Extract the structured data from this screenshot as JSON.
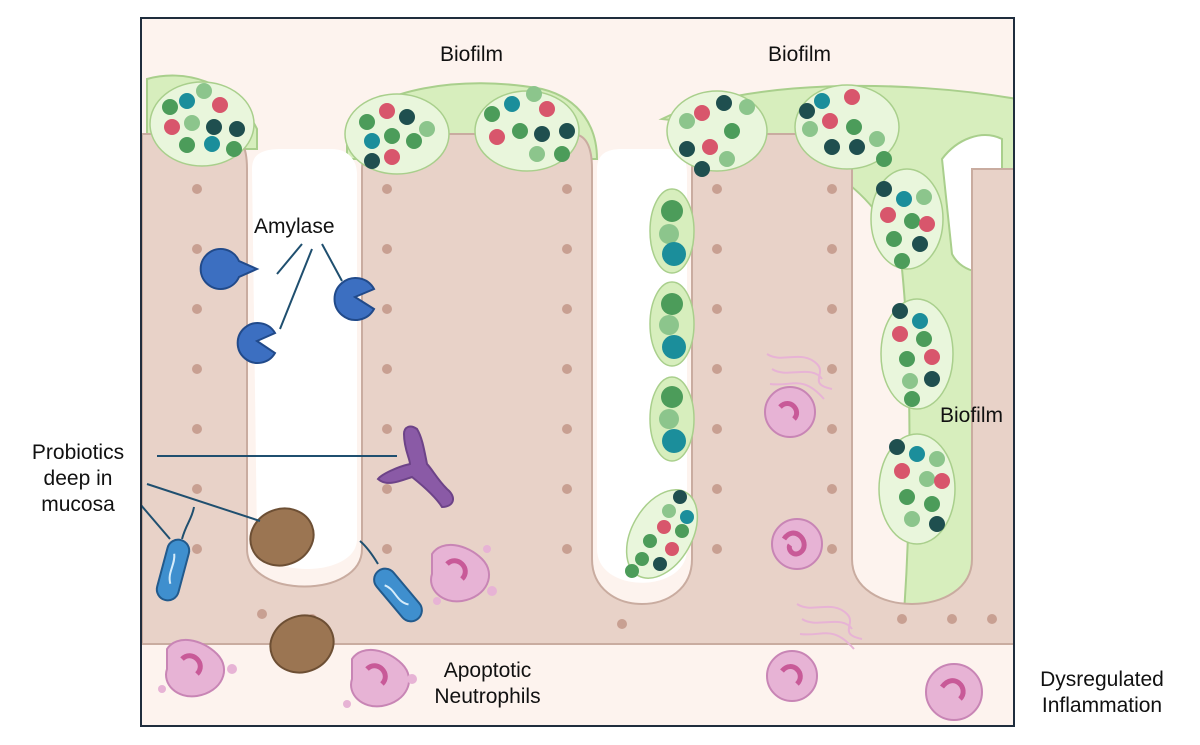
{
  "labels": {
    "biofilm_1": "Biofilm",
    "biofilm_2": "Biofilm",
    "biofilm_3": "Biofilm",
    "amylase": "Amylase",
    "probiotics_line1": "Probiotics",
    "probiotics_line2": "deep in",
    "probiotics_line3": "mucosa",
    "apoptotic_line1": "Apoptotic",
    "apoptotic_line2": "Neutrophils",
    "dysregulated_line1": "Dysregulated",
    "dysregulated_line2": "Inflammation"
  },
  "colors": {
    "tissue_background": "#fdf3ee",
    "epithelium": "#e8d2c8",
    "epithelium_border": "#c9aca0",
    "nucleus": "#c8a092",
    "microvilli": "#d4dfa8",
    "biofilm_matrix": "#d7eebd",
    "biofilm_outline": "#a9cf8c",
    "bacteria_green": "#4c9c5a",
    "bacteria_teal": "#1b8e9b",
    "bacteria_pink": "#d8566c",
    "bacteria_dark": "#1f4f4f",
    "amylase": "#3c6fc1",
    "probiotic_rod": "#3f8fce",
    "probiotic_body": "#9b7552",
    "dendritic_cell": "#8a5aa6",
    "neutrophil": "#e7b3d5",
    "neutrophil_nucleus": "#c85a98",
    "frame": "#1f2d3d"
  },
  "icons": {
    "amylase": "pac-man-enzyme-icon",
    "probiotic_rod": "rod-bacterium-icon",
    "probiotic_body": "oval-bacterium-icon",
    "dendritic_cell": "dendritic-cell-icon",
    "neutrophil": "neutrophil-icon",
    "apoptotic_neutrophil": "apoptotic-neutrophil-icon",
    "biofilm": "bacterial-cluster-icon"
  }
}
